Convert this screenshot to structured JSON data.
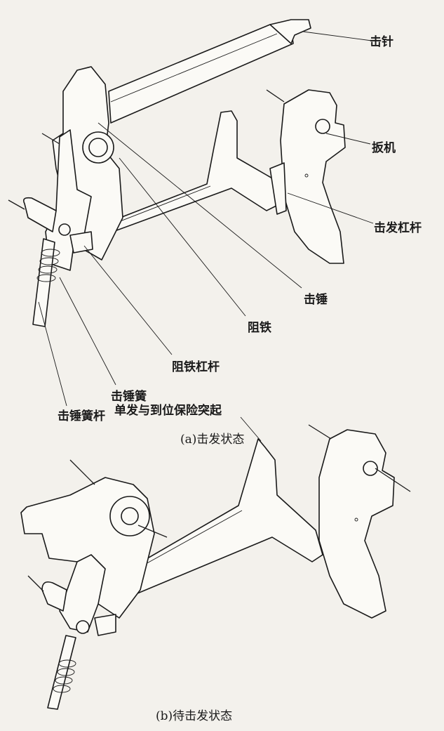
{
  "figure_a": {
    "labels": {
      "firing_pin": "击针",
      "trigger": "扳机",
      "trigger_bar": "击发杠杆",
      "hammer": "击锤",
      "sear": "阻铁",
      "sear_lever": "阻铁杠杆",
      "hammer_spring": "击锤簧",
      "hammer_spring_rod": "击锤簧杆"
    },
    "caption": "(a)击发状态"
  },
  "figure_b": {
    "labels": {
      "disconnector": "单发与到位保险突起"
    },
    "caption": "(b)待击发状态"
  }
}
